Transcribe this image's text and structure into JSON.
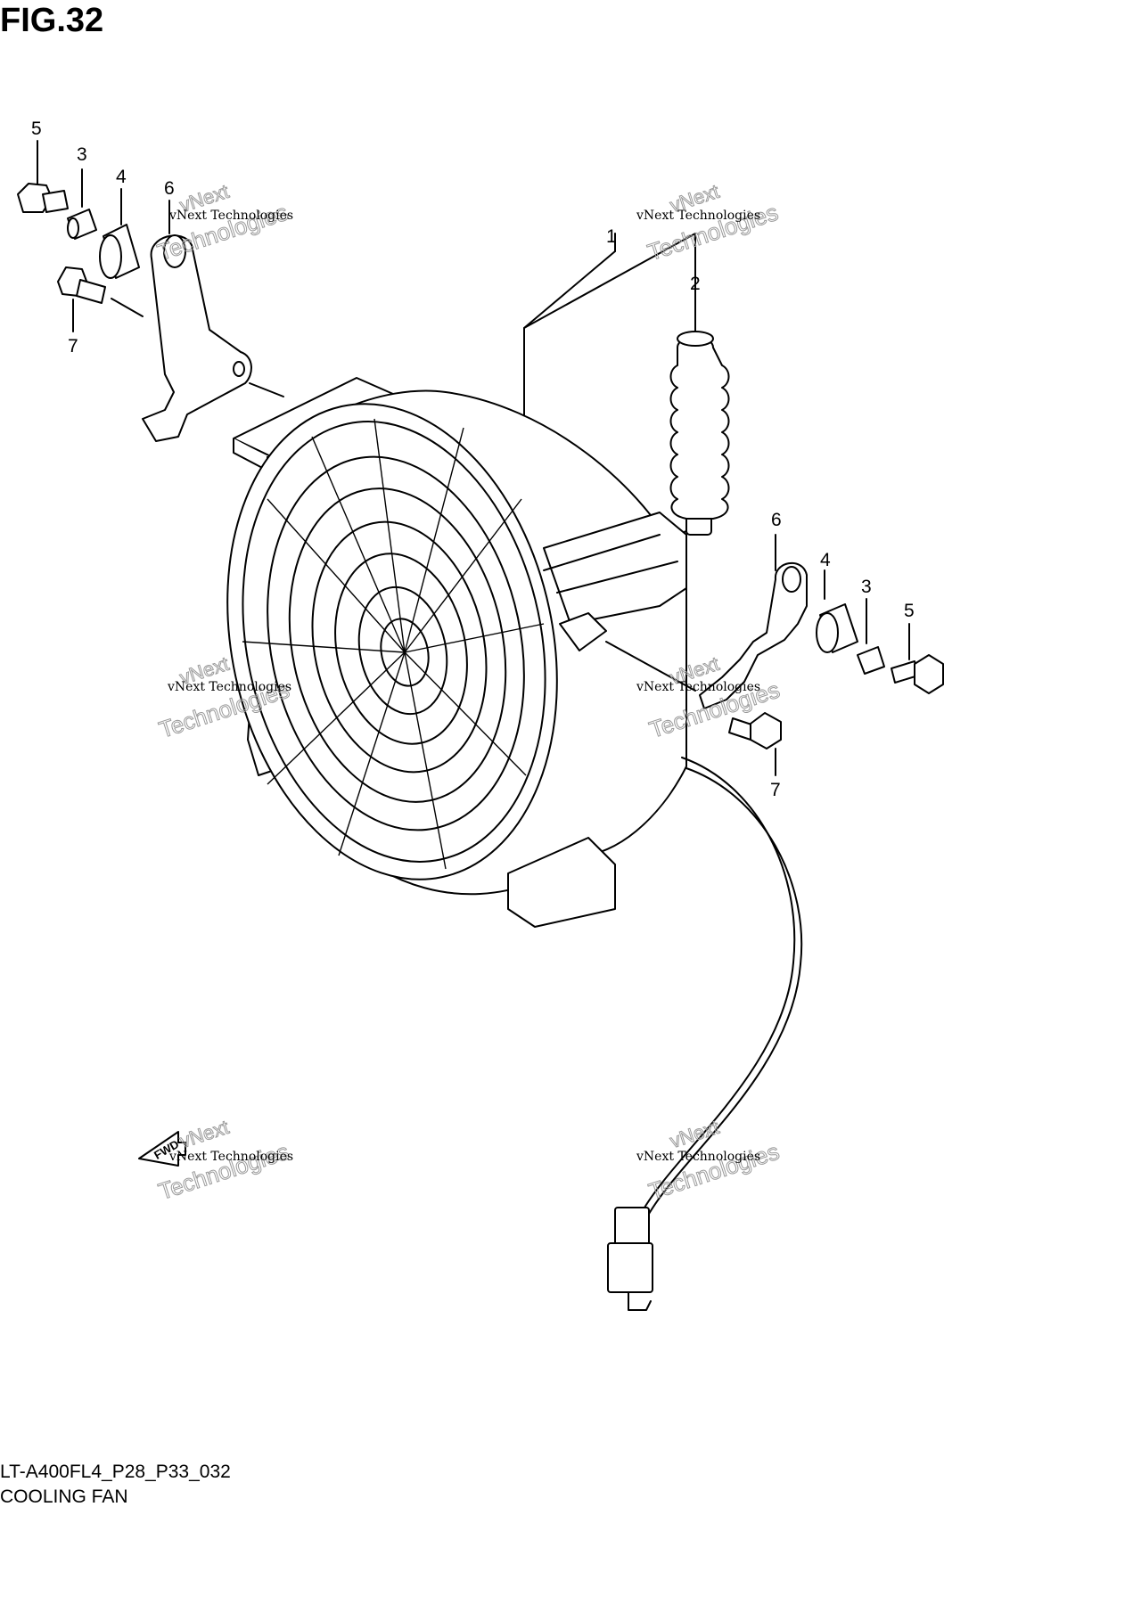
{
  "figure": {
    "title": "FIG.32",
    "code": "LT-A400FL4_P28_P33_032",
    "name": "COOLING FAN"
  },
  "callouts": {
    "c1": "1",
    "c2": "2",
    "c3_left": "3",
    "c4_left": "4",
    "c5_left": "5",
    "c6_left": "6",
    "c7_left": "7",
    "c3_right": "3",
    "c4_right": "4",
    "c5_right": "5",
    "c6_right": "6",
    "c7_right": "7"
  },
  "watermark": {
    "small": "vNext Technologies",
    "big": "Technologies",
    "top": "vNext"
  },
  "fwd_label": "FWD"
}
